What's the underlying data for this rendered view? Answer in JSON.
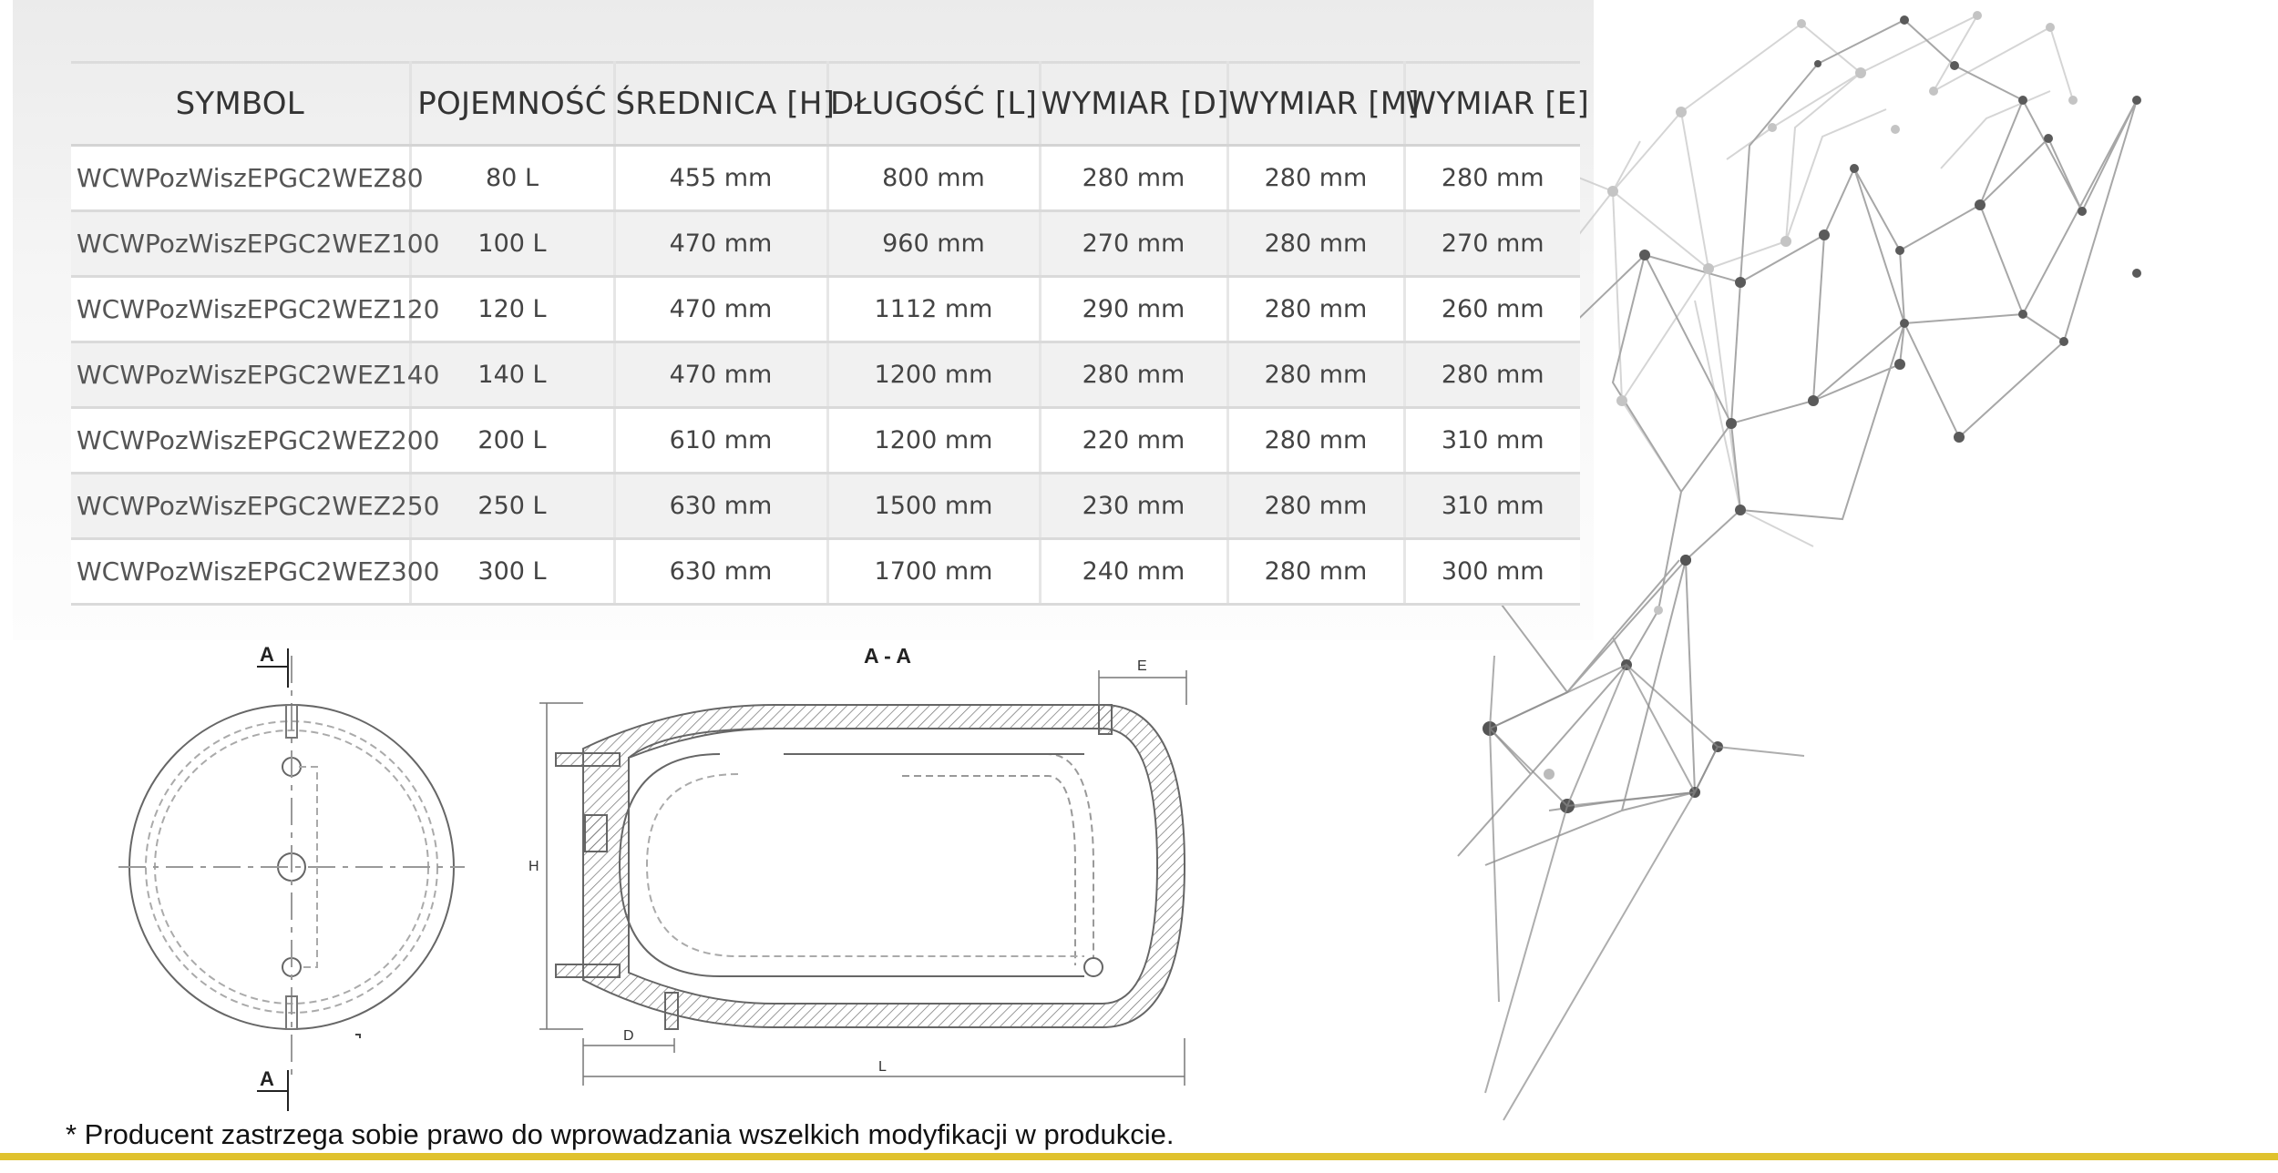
{
  "table": {
    "headers": [
      "SYMBOL",
      "POJEMNOŚĆ",
      "ŚREDNICA [H]",
      "DŁUGOŚĆ [L]",
      "WYMIAR [D]",
      "WYMIAR [M]",
      "WYMIAR [E]"
    ],
    "rows": [
      [
        "WCWPozWiszEPGC2WEZ80",
        "80 L",
        "455 mm",
        "800 mm",
        "280 mm",
        "280 mm",
        "280 mm"
      ],
      [
        "WCWPozWiszEPGC2WEZ100",
        "100 L",
        "470 mm",
        "960 mm",
        "270 mm",
        "280 mm",
        "270 mm"
      ],
      [
        "WCWPozWiszEPGC2WEZ120",
        "120 L",
        "470 mm",
        "1112 mm",
        "290 mm",
        "280 mm",
        "260 mm"
      ],
      [
        "WCWPozWiszEPGC2WEZ140",
        "140 L",
        "470 mm",
        "1200 mm",
        "280 mm",
        "280 mm",
        "280 mm"
      ],
      [
        "WCWPozWiszEPGC2WEZ200",
        "200 L",
        "610 mm",
        "1200 mm",
        "220 mm",
        "280 mm",
        "310 mm"
      ],
      [
        "WCWPozWiszEPGC2WEZ250",
        "250 L",
        "630 mm",
        "1500 mm",
        "230 mm",
        "280 mm",
        "310 mm"
      ],
      [
        "WCWPozWiszEPGC2WEZ300",
        "300 L",
        "630 mm",
        "1700 mm",
        "240 mm",
        "280 mm",
        "300 mm"
      ]
    ]
  },
  "drawing": {
    "section_top_label": "A",
    "section_bottom_label": "A",
    "section_view_title": "A - A",
    "dim_e": "E",
    "dim_h": "H",
    "dim_d": "D",
    "dim_l": "L"
  },
  "footnote": "* Producent zastrzega sobie prawo do wprowadzania wszelkich modyfikacji w produkcie.",
  "colors": {
    "accent_bar": "#e0c22e",
    "text": "#333333",
    "table_row_alt": "#f1f1f1"
  }
}
